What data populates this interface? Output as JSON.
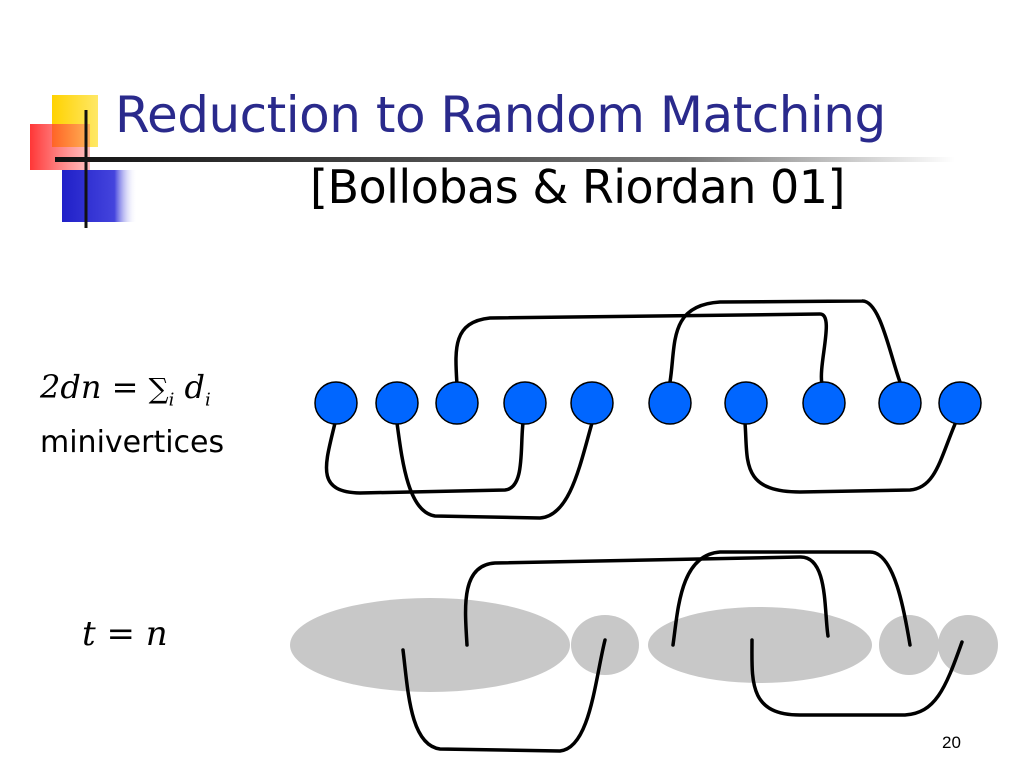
{
  "slide": {
    "title": "Reduction to Random Matching",
    "subtitle": "[Bollobas & Riordan 01]",
    "page_number": "20"
  },
  "top_diagram": {
    "label_eq_lhs": "2dn",
    "label_eq_sum_sub": "i",
    "label_eq_term": "d",
    "label_eq_term_sub": "i",
    "label_text": "minivertices",
    "node_color": "#0066ff",
    "node_count": 10
  },
  "bottom_diagram": {
    "label_var": "t",
    "label_rhs": "n",
    "cluster_color": "#c8c8c8",
    "cluster_count": 5
  },
  "colors": {
    "title": "#2a2a8c",
    "accent_yellow": "#ffcc00",
    "accent_red": "#ff2a2a",
    "accent_blue": "#2a2acc"
  }
}
